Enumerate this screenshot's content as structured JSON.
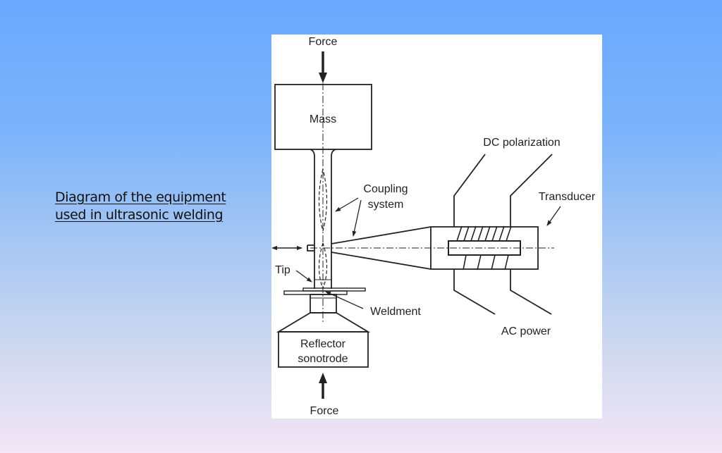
{
  "caption": {
    "line1": "Diagram of the equipment",
    "line2": "used in ultrasonic welding"
  },
  "diagram": {
    "labels": {
      "force_top": "Force",
      "mass": "Mass",
      "coupling_line1": "Coupling",
      "coupling_line2": "system",
      "dc_polarization": "DC polarization",
      "transducer": "Transducer",
      "tip": "Tip",
      "weldment": "Weldment",
      "ac_power": "AC power",
      "reflector_line1": "Reflector",
      "reflector_line2": "sonotrode",
      "force_bottom": "Force"
    }
  },
  "colors": {
    "background_top": "#6aa8fe",
    "background_bottom": "#f3e6f6",
    "panel": "#ffffff",
    "ink": "#222222"
  }
}
